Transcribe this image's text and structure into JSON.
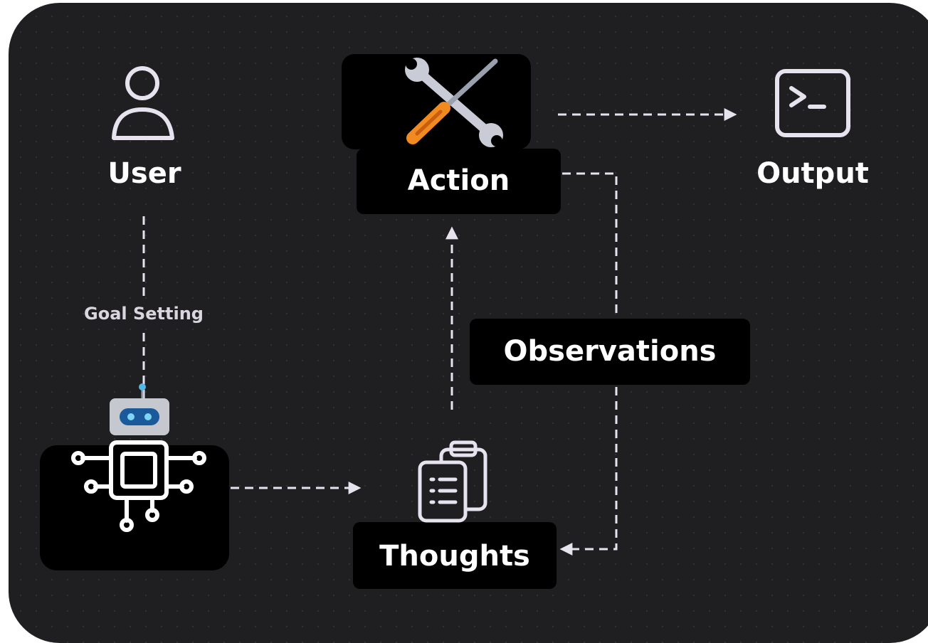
{
  "nodes": {
    "user": {
      "label": "User",
      "icon": "user-icon"
    },
    "action": {
      "label": "Action",
      "icon": "wrench-screwdriver-icon"
    },
    "output": {
      "label": "Output",
      "icon": "terminal-icon"
    },
    "observations": {
      "label": "Observations"
    },
    "thoughts": {
      "label": "Thoughts",
      "icon": "clipboard-list-icon"
    },
    "agent": {
      "icon": "robot-chip-icon"
    }
  },
  "edges": {
    "goal_setting": {
      "label": "Goal Setting"
    }
  },
  "colors": {
    "background": "#1f1e21",
    "box": "#000000",
    "edge": "#e6e3ee",
    "text": "#ffffff",
    "label_muted": "#d9d6df",
    "wrench": "#c9ccd6",
    "screwdriver_handle": "#f18a1f",
    "robot_visor": "#1b5a9a",
    "robot_eyes": "#7fd3f5"
  }
}
